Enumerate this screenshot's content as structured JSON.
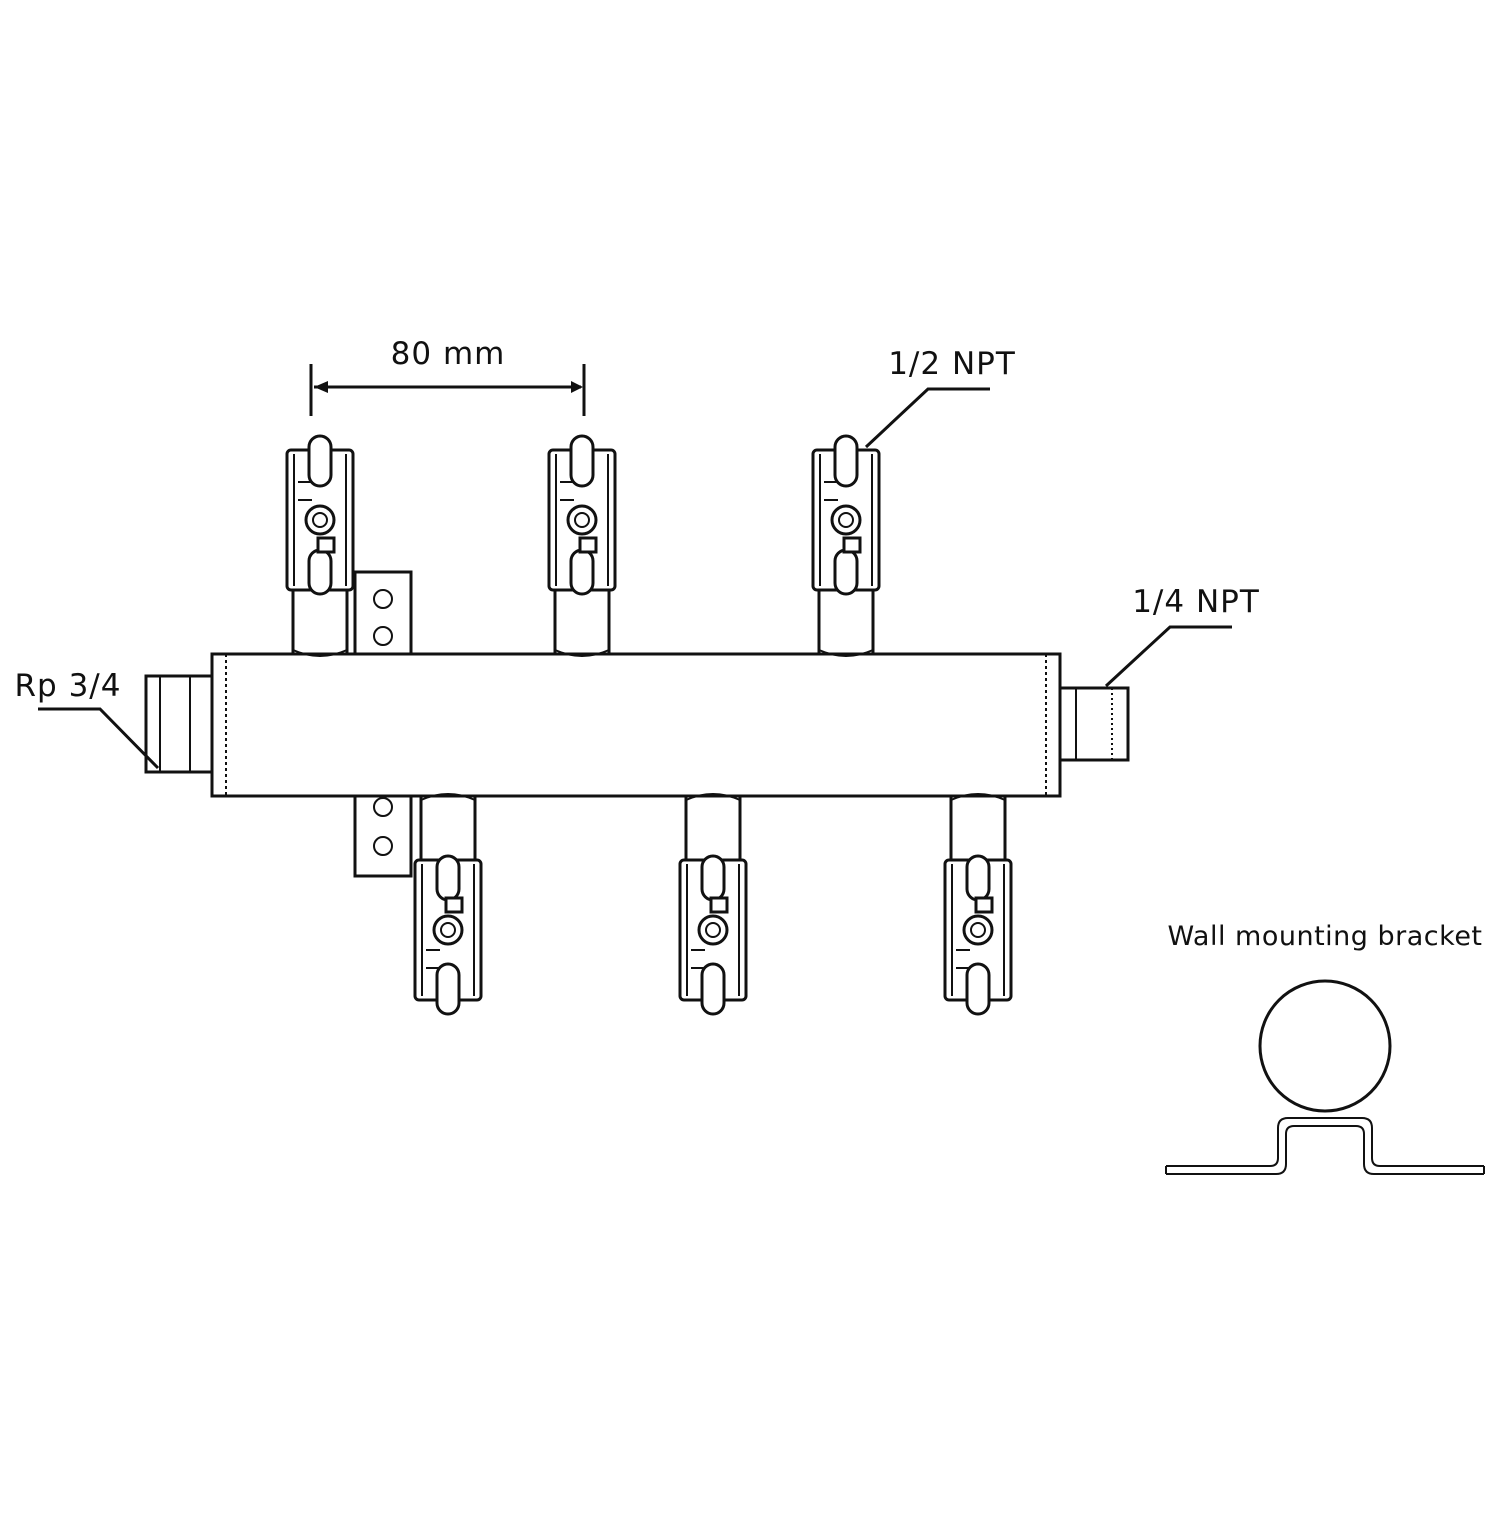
{
  "labels": {
    "spacing": "80 mm",
    "outlet_thread": "1/2 NPT",
    "gauge_port": "1/4 NPT",
    "inlet_thread": "Rp 3/4",
    "bracket_caption": "Wall mounting bracket"
  },
  "valves": {
    "top_count": 3,
    "bottom_count": 3
  },
  "colors": {
    "line": "#111111",
    "background": "#ffffff"
  }
}
